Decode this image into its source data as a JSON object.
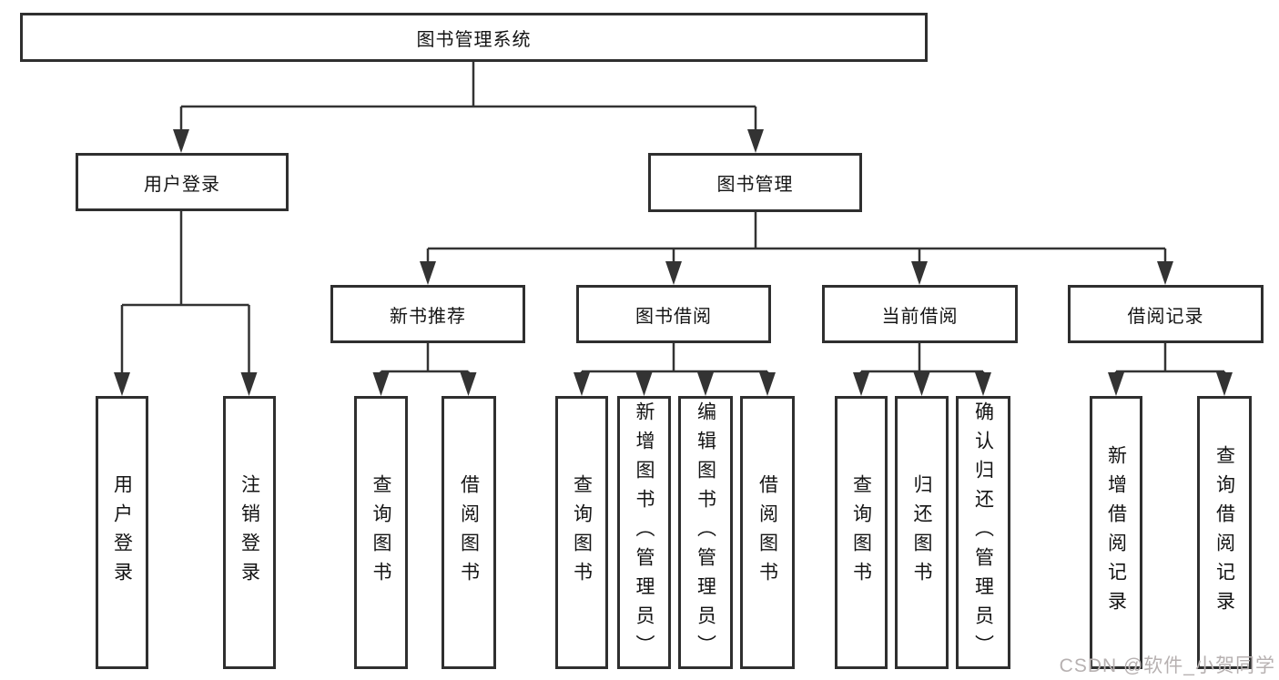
{
  "watermark": "CSDN @软件_小贺同学",
  "colors": {
    "line": "#333333",
    "box_border": "#2f2f2f",
    "text": "#141414",
    "watermark": "#b7b1b1",
    "background": "#ffffff"
  },
  "root": {
    "label": "图书管理系统"
  },
  "login": {
    "label": "用户登录",
    "children": [
      {
        "label": "用户登录"
      },
      {
        "label": "注销登录"
      }
    ]
  },
  "management": {
    "label": "图书管理",
    "sections": [
      {
        "label": "新书推荐",
        "children": [
          {
            "label": "查询图书"
          },
          {
            "label": "借阅图书"
          }
        ]
      },
      {
        "label": "图书借阅",
        "children": [
          {
            "label": "查询图书"
          },
          {
            "label": "新增图书（管理员）"
          },
          {
            "label": "编辑图书（管理员）"
          },
          {
            "label": "借阅图书"
          }
        ]
      },
      {
        "label": "当前借阅",
        "children": [
          {
            "label": "查询图书"
          },
          {
            "label": "归还图书"
          },
          {
            "label": "确认归还（管理员）"
          }
        ]
      },
      {
        "label": "借阅记录",
        "children": [
          {
            "label": "新增借阅记录"
          },
          {
            "label": "查询借阅记录"
          }
        ]
      }
    ]
  }
}
